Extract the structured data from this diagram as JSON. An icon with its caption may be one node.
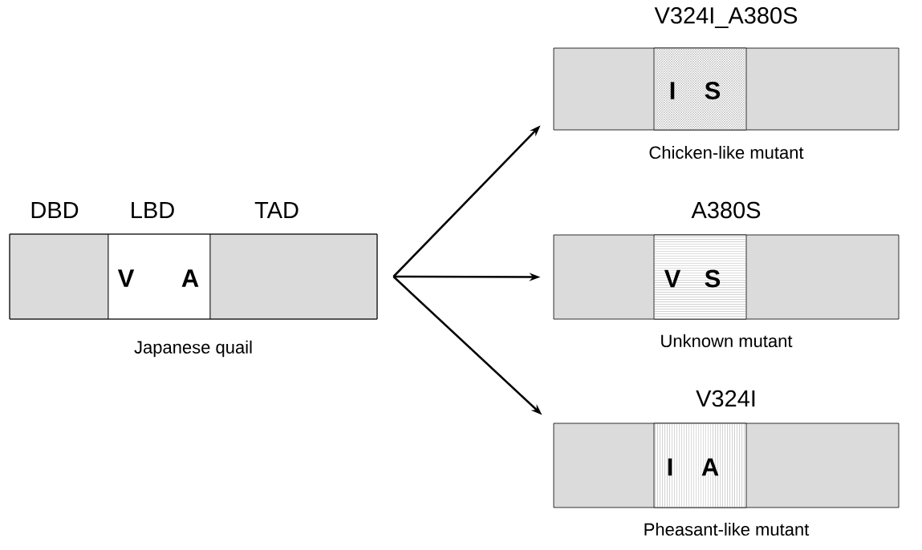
{
  "diagram": {
    "nodes": [
      {
        "text": [],
        "shape": "bar",
        "beside": [
          "Japanese quail"
        ]
      },
      {
        "text": [
          "DBD"
        ],
        "in": 0
      },
      {
        "text": [
          "LBD",
          "V",
          "A"
        ],
        "in": 0
      },
      {
        "text": [
          "TAD"
        ],
        "in": 0
      },
      {
        "text": [
          "V324I_A380S"
        ],
        "beside": [
          "Chicken-like mutant"
        ]
      },
      {
        "text": [
          "I",
          "S"
        ],
        "in": 4
      },
      {
        "text": [
          "A380S"
        ],
        "beside": [
          "Unknown mutant"
        ]
      },
      {
        "text": [
          "V",
          "S"
        ],
        "in": 6
      },
      {
        "text": [
          "V324I"
        ],
        "beside": [
          "Pheasant-like mutant"
        ]
      },
      {
        "text": [
          "I",
          "A"
        ],
        "in": 8
      }
    ],
    "edges": [
      {
        "from": 0,
        "to": 4,
        "arrow": "to"
      },
      {
        "from": 0,
        "to": 6,
        "arrow": "to"
      },
      {
        "from": 0,
        "to": 8,
        "arrow": "to"
      }
    ]
  }
}
